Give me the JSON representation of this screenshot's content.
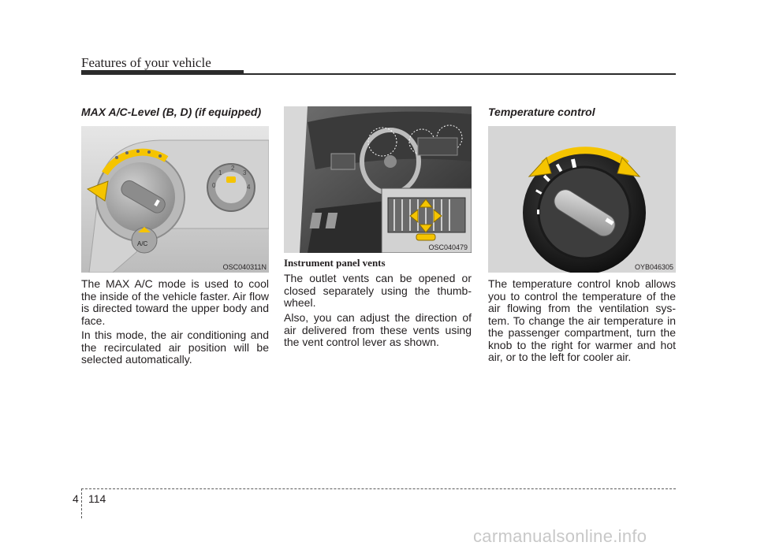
{
  "header": {
    "title": "Features of your vehicle"
  },
  "col1": {
    "heading": "MAX A/C-Level (B, D) (if equipped)",
    "figure_code": "OSC040311N",
    "knob_small_labels": [
      "0",
      "1",
      "2",
      "3",
      "4"
    ],
    "ac_label": "A/C",
    "paragraphs": [
      "The MAX A/C mode is used to cool the inside of the vehicle faster. Air flow is directed toward the upper body and face.",
      "In this mode, the air conditioning and the recirculated air position will be selected automatically."
    ]
  },
  "col2": {
    "figure_code": "OSC040479",
    "caption": "Instrument panel vents",
    "paragraphs": [
      "The outlet vents can be opened or closed separately using the thumb-wheel.",
      "Also, you can adjust the direction of air delivered from these vents using the vent control lever as shown."
    ]
  },
  "col3": {
    "heading": "Temperature control",
    "figure_code": "OYB046305",
    "paragraphs": [
      "The temperature control knob allows you to control the temperature of the air flowing from the ventilation sys-tem. To change the air temperature in the passenger compartment, turn the knob to the right for warmer and hot air, or to the left for cooler air."
    ]
  },
  "footer": {
    "chapter": "4",
    "page": "114"
  },
  "watermark": "carmanualsonline.info",
  "colors": {
    "arrow_yellow": "#f5c400",
    "rule_dark": "#2b2b2b"
  }
}
